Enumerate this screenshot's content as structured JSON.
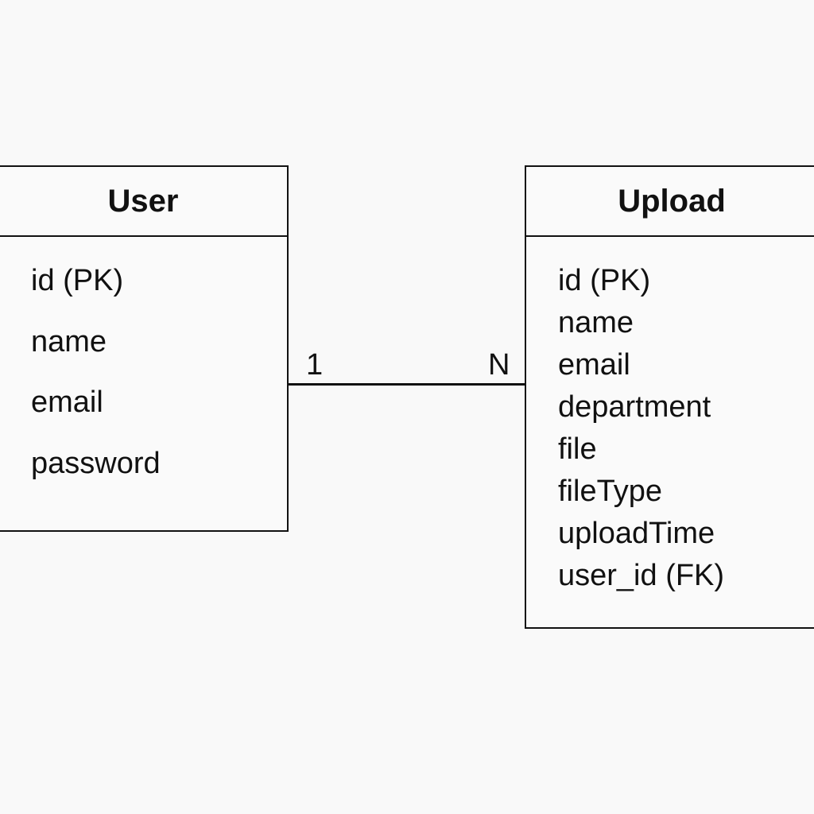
{
  "entities": {
    "user": {
      "title": "User",
      "attributes": [
        "id (PK)",
        "name",
        "email",
        "password"
      ]
    },
    "upload": {
      "title": "Upload",
      "attributes": [
        "id (PK)",
        "name",
        "email",
        "department",
        "file",
        "fileType",
        "uploadTime",
        "user_id (FK)"
      ]
    }
  },
  "relationship": {
    "left_cardinality": "1",
    "right_cardinality": "N"
  }
}
